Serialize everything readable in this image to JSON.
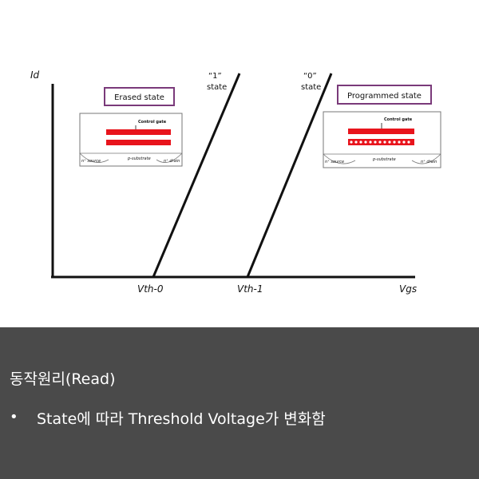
{
  "diagram": {
    "y_axis_label": "Id",
    "x_axis_label": "Vgs",
    "vth0_label": "Vth-0",
    "vth1_label": "Vth-1",
    "curve1_label_line1": "“1”",
    "curve1_label_line2": "state",
    "curve0_label_line1": "“0”",
    "curve0_label_line2": "state",
    "erased": {
      "title": "Erased state",
      "gate_label": "Control gate",
      "source_label": "n⁺ source",
      "substrate_label": "p-substrate",
      "drain_label": "n⁺ drain"
    },
    "programmed": {
      "title": "Programmed state",
      "gate_label": "Control gate",
      "source_label": "n⁺ source",
      "substrate_label": "p-substrate",
      "drain_label": "n⁺ drain"
    },
    "colors": {
      "gate_bar": "#e8141c",
      "lines": "#111111",
      "title_border": "#7a3a7a"
    }
  },
  "caption": {
    "title": "동작원리(Read)",
    "bullet_symbol": "•",
    "bullet_text": "State에 따라 Threshold Voltage가 변화함"
  }
}
